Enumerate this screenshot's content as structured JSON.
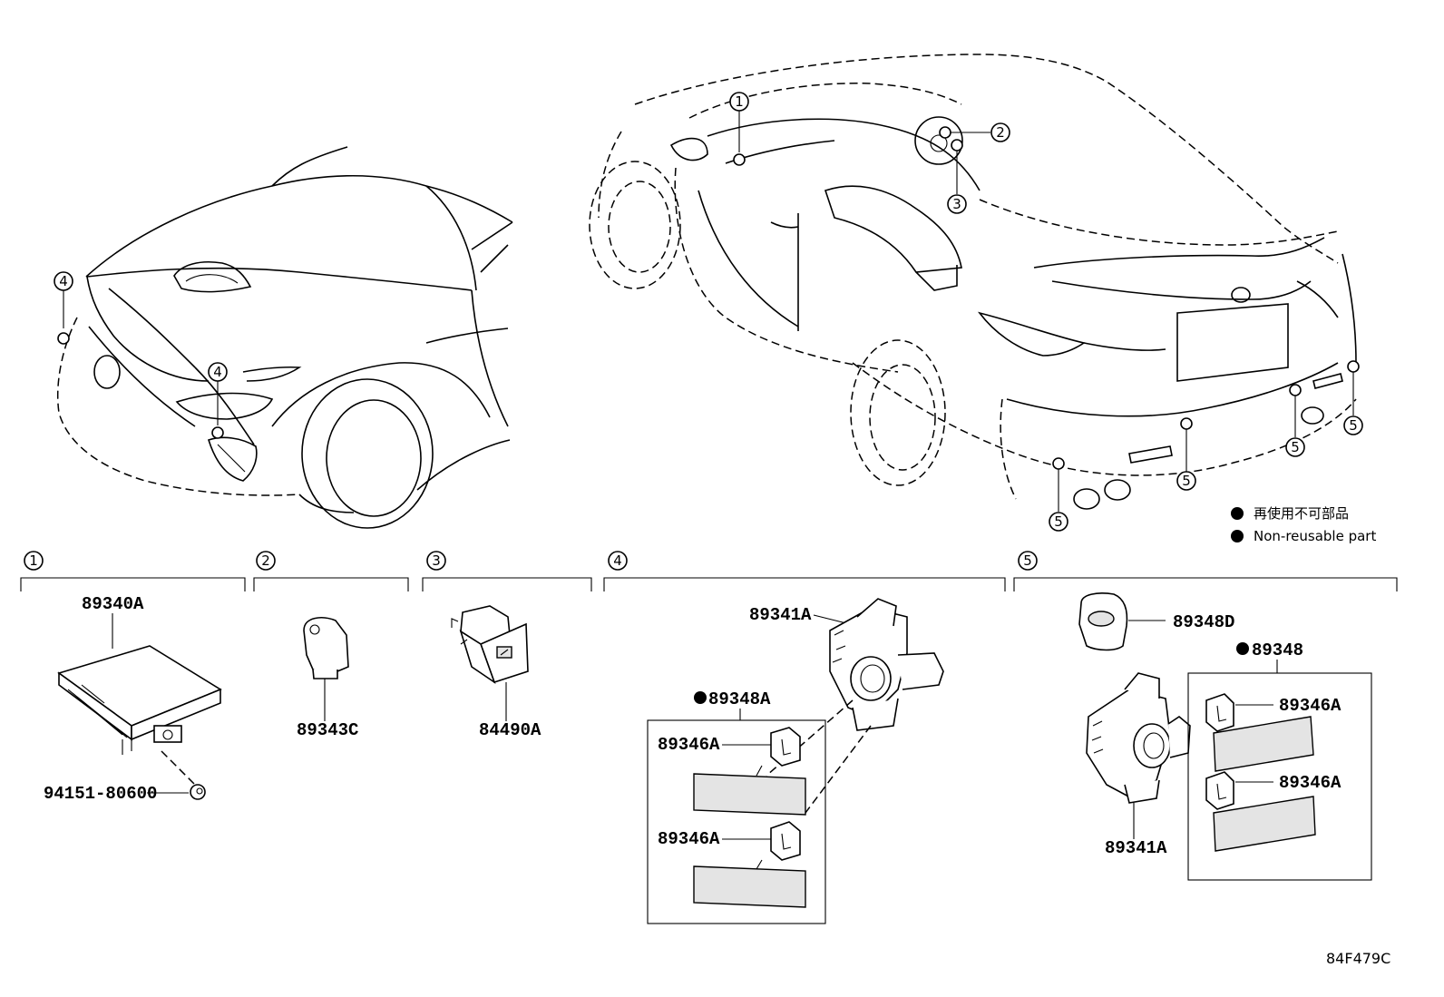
{
  "callouts": {
    "c1": "1",
    "c2": "2",
    "c3": "3",
    "c4": "4",
    "c5": "5"
  },
  "legend": {
    "jp": "再使用不可部品",
    "en": "Non-reusable part"
  },
  "sections": {
    "s1": "1",
    "s2": "2",
    "s3": "3",
    "s4": "4",
    "s5": "5"
  },
  "parts": {
    "p89340A": "89340A",
    "p94151": "94151-80600",
    "p89343C": "89343C",
    "p84490A": "84490A",
    "p89341A_front": "89341A",
    "p89348A": "89348A",
    "p89346A_f1": "89346A",
    "p89346A_f2": "89346A",
    "p89348D": "89348D",
    "p89348": "89348",
    "p89346A_r1": "89346A",
    "p89346A_r2": "89346A",
    "p89341A_rear": "89341A"
  },
  "diagram_code": "84F479C",
  "colors": {
    "line": "#000000",
    "background": "#ffffff",
    "shade": "#e4e4e4"
  },
  "icons": {
    "non_reusable": "filled-circle",
    "location_marker": "ring-circle"
  }
}
